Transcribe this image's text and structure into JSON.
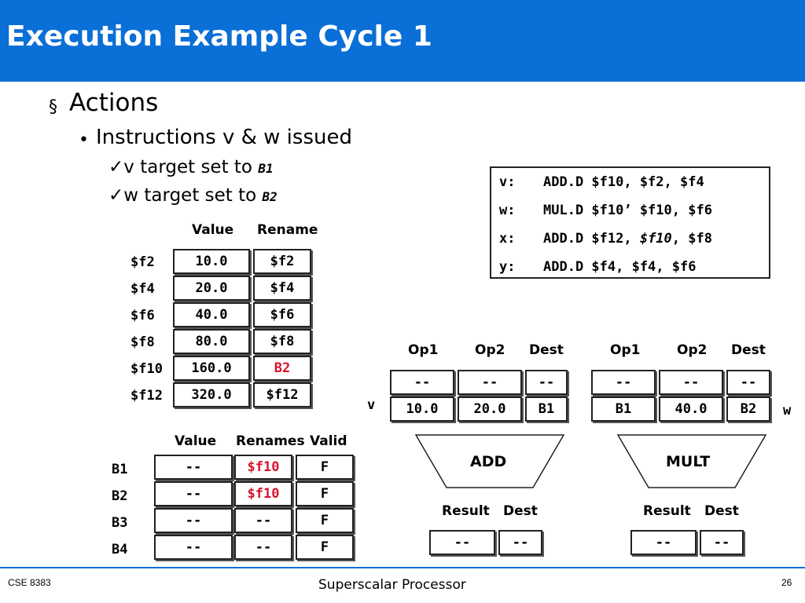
{
  "slide": {
    "title": "Execution Example Cycle 1",
    "bullet_l1_marker": "§",
    "bullet_l1": "Actions",
    "bullet_l2_marker": "•",
    "bullet_l2": "Instructions v & w issued",
    "check_1_text": "v target set to ",
    "check_1_tag": "B1",
    "check_2_text": "w target set to ",
    "check_2_tag": "B2",
    "check_mark": "✓"
  },
  "reg_table": {
    "header_value": "Value",
    "header_rename": "Rename",
    "rows": [
      {
        "reg": "$f2",
        "value": "10.0",
        "rename": "$f2"
      },
      {
        "reg": "$f4",
        "value": "20.0",
        "rename": "$f4"
      },
      {
        "reg": "$f6",
        "value": "40.0",
        "rename": "$f6"
      },
      {
        "reg": "$f8",
        "value": "80.0",
        "rename": "$f8"
      },
      {
        "reg": "$f10",
        "value": "160.0",
        "rename": "B2"
      },
      {
        "reg": "$f12",
        "value": "320.0",
        "rename": "$f12"
      }
    ]
  },
  "buffer_table": {
    "header_value": "Value",
    "header_renames": "Renames",
    "header_valid": "Valid",
    "rows": [
      {
        "tag": "B1",
        "value": "--",
        "renames": "$f10",
        "valid": "F"
      },
      {
        "tag": "B2",
        "value": "--",
        "renames": "$f10",
        "valid": "F"
      },
      {
        "tag": "B3",
        "value": "--",
        "renames": "--",
        "valid": "F"
      },
      {
        "tag": "B4",
        "value": "--",
        "renames": "--",
        "valid": "F"
      }
    ]
  },
  "instructions": [
    {
      "label": "v:",
      "text": "ADD.D $f10, $f2, $f4"
    },
    {
      "label": "w:",
      "text": "MUL.D $f10’ $f10, $f6"
    },
    {
      "label": "x:",
      "text_pre": "ADD.D $f12, ",
      "text_italic": "$f10",
      "text_post": ", $f8"
    },
    {
      "label": "y:",
      "text": "ADD.D $f4, $f4, $f6"
    }
  ],
  "add_unit": {
    "header_op1": "Op1",
    "header_op2": "Op2",
    "header_dest": "Dest",
    "row1": {
      "op1": "--",
      "op2": "--",
      "dest": "--"
    },
    "row2": {
      "op1": "10.0",
      "op2": "20.0",
      "dest": "B1"
    },
    "row2_label": "v",
    "name": "ADD",
    "result_header": "Result",
    "dest_header": "Dest",
    "result": "--",
    "result_dest": "--"
  },
  "mult_unit": {
    "header_op1": "Op1",
    "header_op2": "Op2",
    "header_dest": "Dest",
    "row1": {
      "op1": "--",
      "op2": "--",
      "dest": "--"
    },
    "row2": {
      "op1": "B1",
      "op2": "40.0",
      "dest": "B2"
    },
    "row2_label": "w",
    "name": "MULT",
    "result_header": "Result",
    "dest_header": "Dest",
    "result": "--",
    "result_dest": "--"
  },
  "footer": {
    "course": "CSE 8383",
    "topic": "Superscalar Processor",
    "page": "26"
  },
  "colors": {
    "header_blue": "#0a6fd6",
    "rename_red": "#d9122c"
  }
}
